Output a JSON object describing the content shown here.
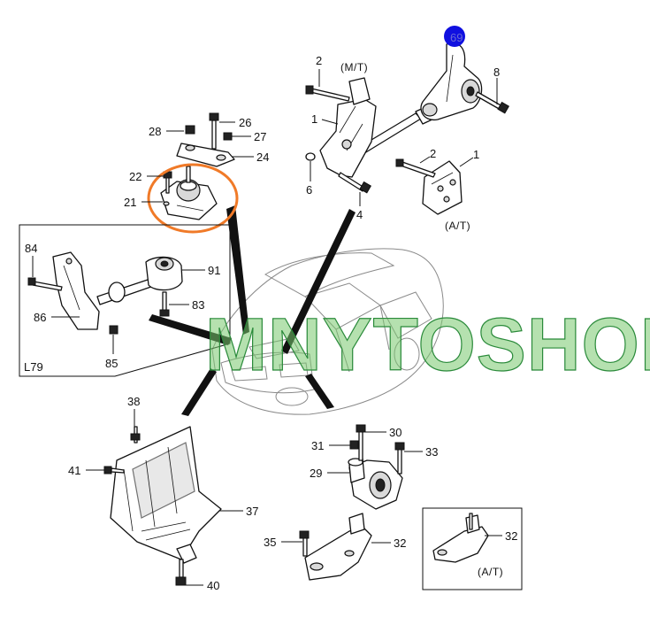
{
  "diagram": {
    "labels": {
      "p2a": "2",
      "mt": "(M/T)",
      "p1a": "1",
      "p6": "6",
      "p4": "4",
      "p8": "8",
      "p2b": "2",
      "p1b": "1",
      "at1": "(A/T)",
      "p28": "28",
      "p26": "26",
      "p27": "27",
      "p24": "24",
      "p22": "22",
      "p21": "21",
      "p84": "84",
      "p91": "91",
      "p83": "83",
      "p86": "86",
      "p85": "85",
      "l79": "L79",
      "p38": "38",
      "p41": "41",
      "p37": "37",
      "p40": "40",
      "p30": "30",
      "p31": "31",
      "p33": "33",
      "p29": "29",
      "p35": "35",
      "p32a": "32",
      "p32b": "32",
      "at2": "(A/T)",
      "blob": "69"
    },
    "watermark": "MNYTOSHOP",
    "colors": {
      "highlight_ring": "#f07a28",
      "blue_marker": "#1010e0",
      "watermark_fill": "#7cc870",
      "watermark_stroke": "#2a8a3a"
    }
  }
}
